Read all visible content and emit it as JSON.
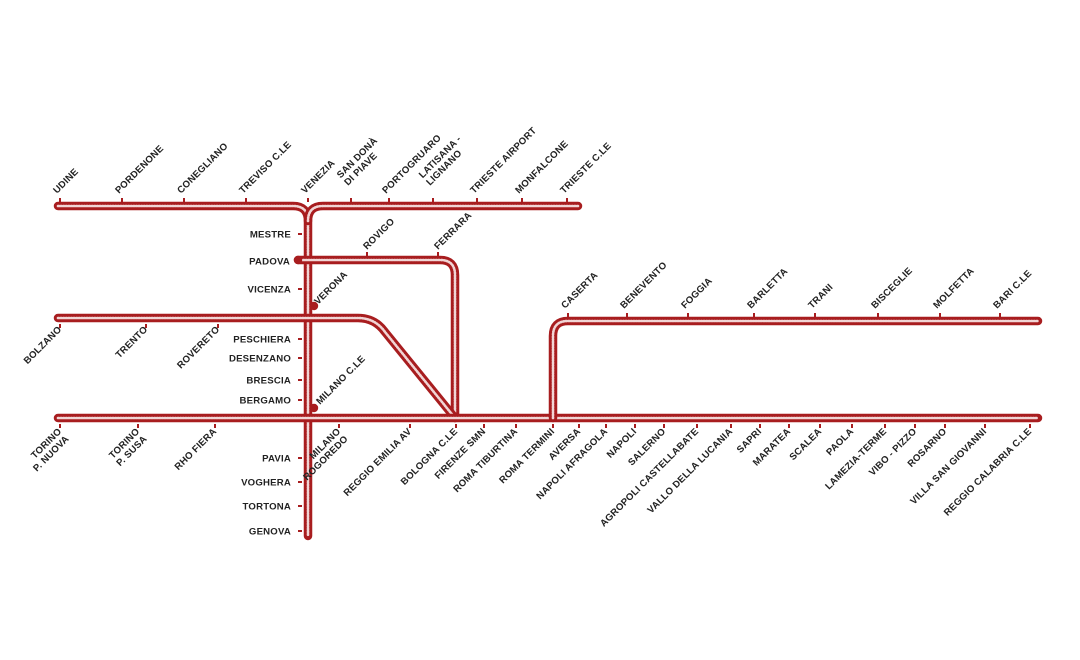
{
  "colors": {
    "line": "#a81d1f",
    "line_dash": "#f1d5d5",
    "text": "#222222",
    "background": "#ffffff"
  },
  "lines": {
    "upper": [
      "UDINE",
      "PORDENONE",
      "CONEGLIANO",
      "TREVISO C.LE",
      "VENEZIA",
      "SAN DONÀ|DI PIAVE",
      "PORTOGRUARO",
      "LATISANA -|LIGNANO",
      "TRIESTE AIRPORT",
      "MONFALCONE",
      "TRIESTE C.LE"
    ],
    "trunk_upper": [
      "MESTRE",
      "PADOVA",
      "VICENZA",
      "VERONA",
      "PESCHIERA",
      "DESENZANO",
      "BRESCIA",
      "BERGAMO",
      "MILANO C.LE"
    ],
    "trunk_lower": [
      "PAVIA",
      "VOGHERA",
      "TORTONA",
      "GENOVA"
    ],
    "padova_branch": [
      "ROVIGO",
      "FERRARA"
    ],
    "verona_branch": [
      "BOLZANO",
      "TRENTO",
      "ROVERETO"
    ],
    "adriatic": [
      "CASERTA",
      "BENEVENTO",
      "FOGGIA",
      "BARLETTA",
      "TRANI",
      "BISCEGLIE",
      "MOLFETTA",
      "BARI C.LE"
    ],
    "main": [
      "TORINO|P. NUOVA",
      "TORINO|P. SUSA",
      "RHO FIERA",
      "MILANO|ROGOREDO",
      "REGGIO EMILIA AV",
      "BOLOGNA C.LE",
      "FIRENZE SMN",
      "ROMA TIBURTINA",
      "ROMA TERMINI",
      "AVERSA",
      "NAPOLI AFRAGOLA",
      "NAPOLI",
      "SALERNO",
      "AGROPOLI CASTELLABATE",
      "VALLO DELLA LUCANIA",
      "SAPRI",
      "MARATEA",
      "SCALEA",
      "PAOLA",
      "LAMEZIA-TERME",
      "VIBO - PIZZO",
      "ROSARNO",
      "VILLA SAN GIOVANNI",
      "REGGIO CALABRIA C.LE"
    ]
  }
}
